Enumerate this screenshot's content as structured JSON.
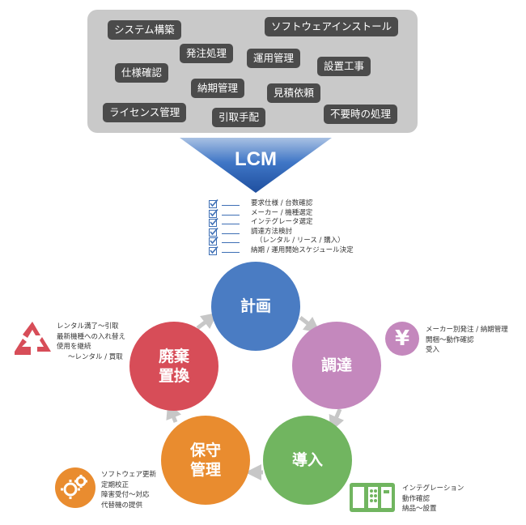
{
  "tasks": [
    "システム構築",
    "ソフトウェアインストール",
    "発注処理",
    "運用管理",
    "仕様確認",
    "設置工事",
    "納期管理",
    "見積依頼",
    "ライセンス管理",
    "引取手配",
    "不要時の処理"
  ],
  "lcm_label": "LCM",
  "phases": {
    "plan": "計画",
    "procure": "調達",
    "introduce": "導入",
    "maintain_line1": "保守",
    "maintain_line2": "管理",
    "dispose_line1": "廃棄",
    "dispose_line2": "置換"
  },
  "plan_checklist": [
    "要求仕様 / 台数確認",
    "メーカー / 機種選定",
    "インテグレータ選定",
    "調達方法検討",
    "（レンタル / リース / 購入）",
    "納期 / 運用開始スケジュール決定"
  ],
  "procure_notes": [
    "メーカー別発注 / 納期管理",
    "開梱～動作確認",
    "受入"
  ],
  "procure_icon": "¥",
  "introduce_notes": [
    "インテグレーション",
    "動作確認",
    "納品～設置"
  ],
  "maintain_notes": [
    "ソフトウェア更新",
    "定期校正",
    "障害受付～対応",
    "代替機の提供"
  ],
  "dispose_notes": [
    "レンタル満了～引取",
    "最新機種への入れ替え",
    "使用を継続",
    "～レンタル / 買取"
  ],
  "colors": {
    "plan": "#4a7cc3",
    "procure": "#c488bd",
    "introduce": "#71b560",
    "maintain": "#e98c2f",
    "dispose": "#d74d58",
    "panel": "#c9c9c9",
    "tag": "#4b4b4b"
  }
}
